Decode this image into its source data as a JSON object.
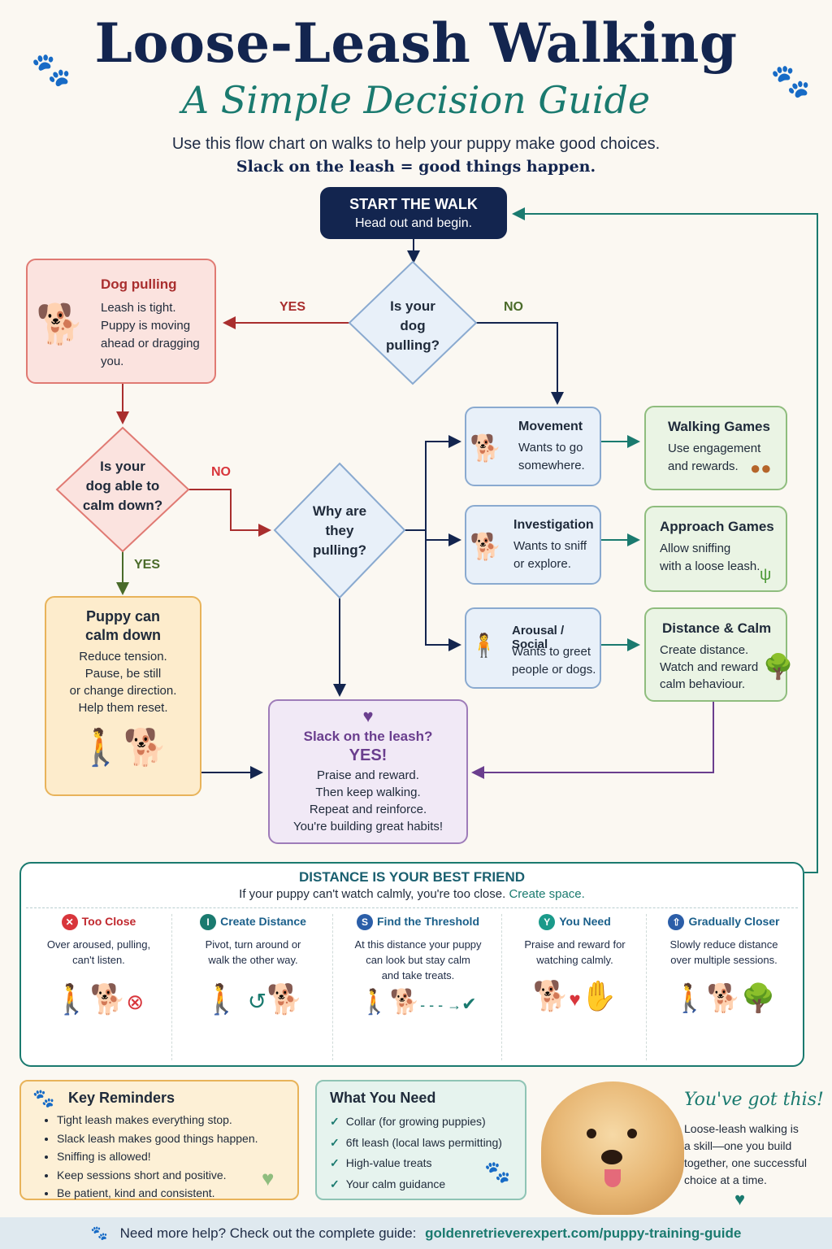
{
  "header": {
    "title": "Loose-Leash Walking",
    "subtitle": "A Simple Decision Guide",
    "intro": "Use this flow chart on walks to help your puppy make good choices.",
    "tagline": "Slack on the leash = good things happen."
  },
  "flow": {
    "start": {
      "title": "START THE WALK",
      "text": "Head out and begin."
    },
    "q_pulling": {
      "lines": [
        "Is your",
        "dog",
        "pulling?"
      ]
    },
    "yes1": "YES",
    "no1": "NO",
    "dog_pulling": {
      "title": "Dog pulling",
      "lines": [
        "Leash is tight.",
        "Puppy is moving",
        "ahead or dragging",
        "you."
      ]
    },
    "q_calm": {
      "lines": [
        "Is your",
        "dog able to",
        "calm down?"
      ]
    },
    "no2": "NO",
    "yes2": "YES",
    "puppy_calm": {
      "title_lines": [
        "Puppy can",
        "calm down"
      ],
      "lines": [
        "Reduce tension.",
        "Pause, be still",
        "or change direction.",
        "Help them reset."
      ]
    },
    "q_why": {
      "lines": [
        "Why are",
        "they",
        "pulling?"
      ]
    },
    "movement": {
      "title": "Movement",
      "lines": [
        "Wants to go",
        "somewhere."
      ]
    },
    "investigation": {
      "title": "Investigation",
      "lines": [
        "Wants to sniff",
        "or explore."
      ]
    },
    "arousal": {
      "title": "Arousal / Social",
      "lines": [
        "Wants to greet",
        "people or dogs."
      ]
    },
    "walking_games": {
      "title": "Walking Games",
      "lines": [
        "Use engagement",
        "and rewards."
      ]
    },
    "approach_games": {
      "title": "Approach Games",
      "lines": [
        "Allow sniffing",
        "with a loose leash."
      ]
    },
    "distance_calm": {
      "title": "Distance & Calm",
      "lines": [
        "Create distance.",
        "Watch and reward",
        "calm behaviour."
      ]
    },
    "slack": {
      "title": "Slack on the leash?",
      "yes": "YES!",
      "lines": [
        "Praise and reward.",
        "Then keep walking.",
        "Repeat and reinforce.",
        "You're building great habits!"
      ]
    }
  },
  "distance_panel": {
    "title": "DISTANCE IS YOUR BEST FRIEND",
    "subtitle": "If your puppy can't watch calmly, you're too close.",
    "subtitle_accent": "Create space.",
    "columns": [
      {
        "title": "Too Close",
        "badge": "✕",
        "color": "#d8353b",
        "lines": [
          "Over aroused, pulling,",
          "can't listen."
        ]
      },
      {
        "title": "Create Distance",
        "badge": "I",
        "color": "#1a7a6f",
        "lines": [
          "Pivot, turn around or",
          "walk the other way."
        ]
      },
      {
        "title": "Find the Threshold",
        "badge": "S",
        "color": "#2b5ea8",
        "lines": [
          "At this distance your puppy",
          "can look but stay calm",
          "and take treats."
        ]
      },
      {
        "title": "You Need",
        "badge": "Y",
        "color": "#1a9a8a",
        "lines": [
          "Praise and reward for",
          "watching calmly."
        ]
      },
      {
        "title": "Gradually Closer",
        "badge": "⇧",
        "color": "#2b5ea8",
        "lines": [
          "Slowly reduce distance",
          "over multiple sessions."
        ]
      }
    ]
  },
  "reminders": {
    "title": "Key Reminders",
    "items": [
      "Tight leash makes everything stop.",
      "Slack leash makes good things happen.",
      "Sniffing is allowed!",
      "Keep sessions short and positive.",
      "Be patient, kind and consistent."
    ]
  },
  "need": {
    "title": "What You Need",
    "items": [
      "Collar (for growing puppies)",
      "6ft leash (local laws permitting)",
      "High-value treats",
      "Your calm guidance"
    ]
  },
  "closing": {
    "title": "You've got this!",
    "lines": [
      "Loose-leash walking is",
      "a skill—one you build",
      "together, one successful",
      "choice at a time."
    ]
  },
  "footer": {
    "text": "Need more help? Check out the complete guide:",
    "link": "goldenretrieverexpert.com/puppy-training-guide"
  }
}
